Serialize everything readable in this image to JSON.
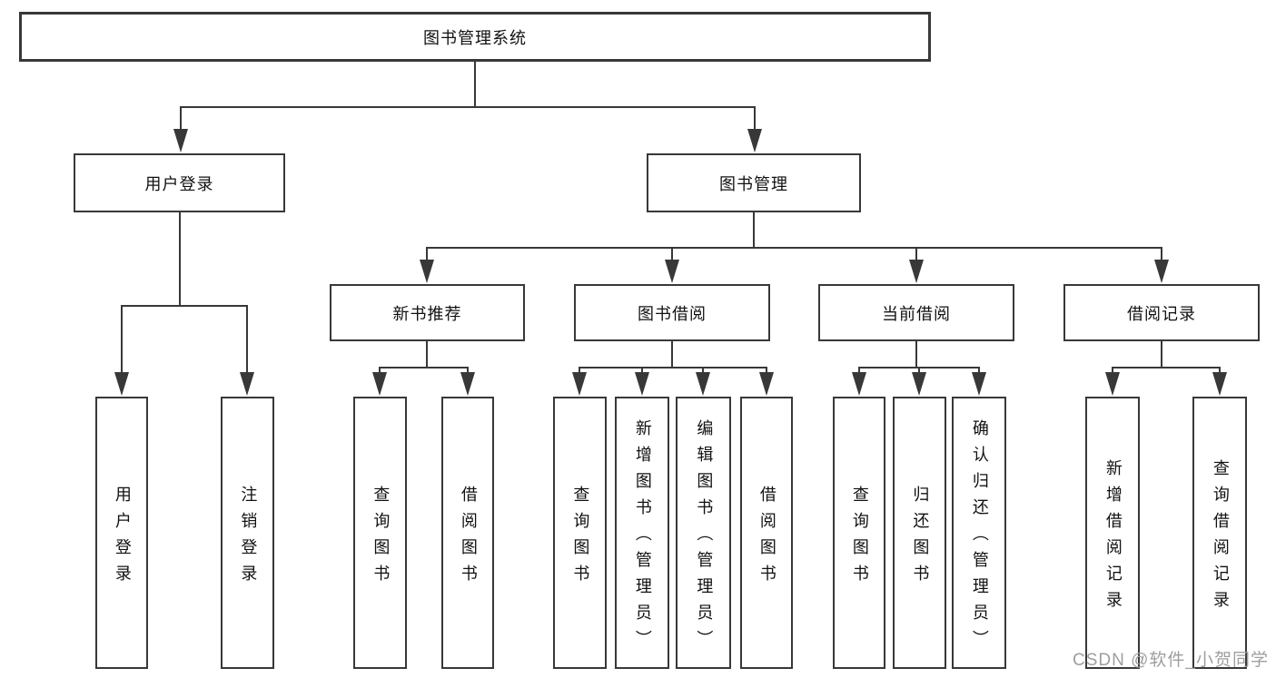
{
  "tree": {
    "label": "图书管理系统",
    "children": [
      {
        "label": "用户登录",
        "children": [
          {
            "label": "用户登录"
          },
          {
            "label": "注销登录"
          }
        ]
      },
      {
        "label": "图书管理",
        "children": [
          {
            "label": "新书推荐",
            "children": [
              {
                "label": "查询图书"
              },
              {
                "label": "借阅图书"
              }
            ]
          },
          {
            "label": "图书借阅",
            "children": [
              {
                "label": "查询图书"
              },
              {
                "label": "新增图书（管理员）"
              },
              {
                "label": "编辑图书（管理员）"
              },
              {
                "label": "借阅图书"
              }
            ]
          },
          {
            "label": "当前借阅",
            "children": [
              {
                "label": "查询图书"
              },
              {
                "label": "归还图书"
              },
              {
                "label": "确认归还（管理员）"
              }
            ]
          },
          {
            "label": "借阅记录",
            "children": [
              {
                "label": "新增借阅记录"
              },
              {
                "label": "查询借阅记录"
              }
            ]
          }
        ]
      }
    ]
  },
  "watermark": {
    "text": "CSDN @软件_小贺同学"
  },
  "colors": {
    "line": "#383838",
    "box_border": "#383838",
    "text": "#111111",
    "watermark": "#9e9e9e",
    "background": "#ffffff"
  }
}
